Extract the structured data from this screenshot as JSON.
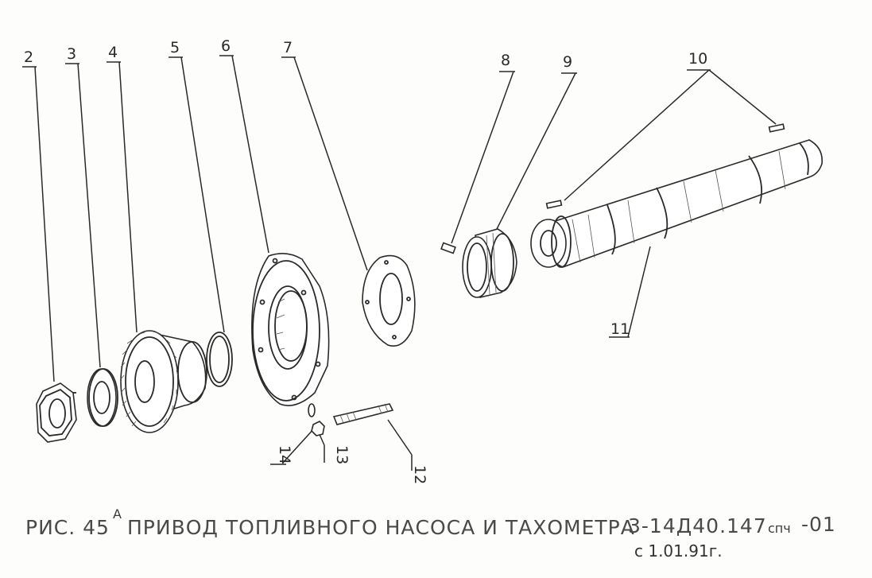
{
  "callouts": [
    "2",
    "3",
    "4",
    "5",
    "6",
    "7",
    "8",
    "9",
    "10",
    "11",
    "12",
    "13",
    "14"
  ],
  "parts": [
    {
      "id": "2",
      "name": "nut"
    },
    {
      "id": "3",
      "name": "washer"
    },
    {
      "id": "4",
      "name": "drive-gear"
    },
    {
      "id": "5",
      "name": "o-ring"
    },
    {
      "id": "6",
      "name": "flange-housing"
    },
    {
      "id": "7",
      "name": "gasket"
    },
    {
      "id": "8",
      "name": "pin"
    },
    {
      "id": "9",
      "name": "bushing"
    },
    {
      "id": "10",
      "name": "keys"
    },
    {
      "id": "11",
      "name": "shaft"
    },
    {
      "id": "12",
      "name": "stud"
    },
    {
      "id": "13",
      "name": "nut"
    },
    {
      "id": "14",
      "name": "washer"
    }
  ],
  "caption": {
    "prefix": "РИС. 45",
    "superscript": "А",
    "title": "ПРИВОД ТОПЛИВНОГО НАСОСА И ТАХОМЕТРА",
    "code": "3-14Д40.147",
    "code_suffix": "спч",
    "code_end": "-01",
    "date": "с 1.01.91г."
  }
}
